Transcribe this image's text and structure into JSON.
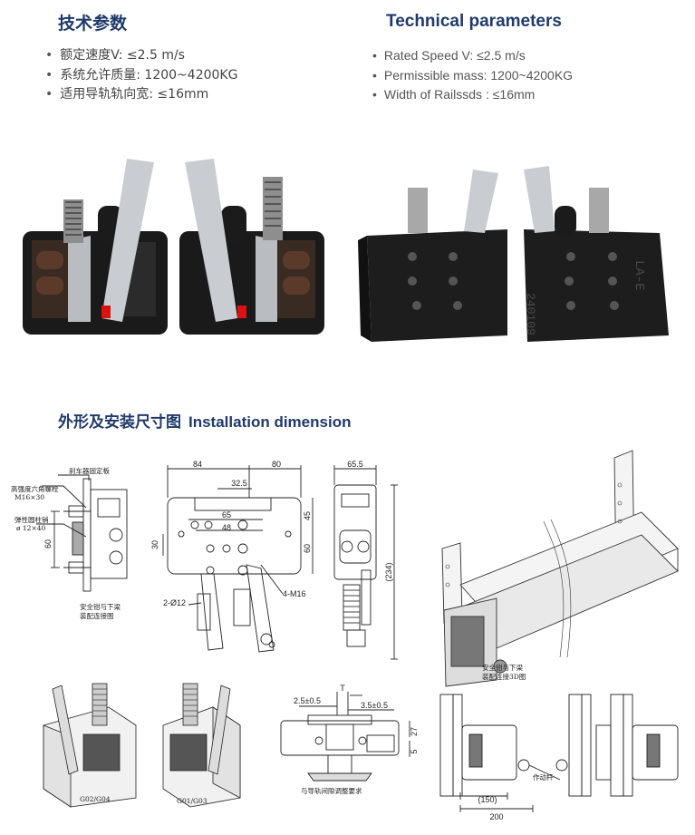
{
  "specs": {
    "cn_title": "技术参数",
    "en_title": "Technical parameters",
    "cn_items": [
      "额定速度V:  ≤2.5 m/s",
      "系统允许质量:   1200~4200KG",
      "适用导轨轨向宽:  ≤16mm"
    ],
    "en_items": [
      "Rated Speed  V:  ≤2.5 m/s",
      "Permissible mass:  1200~4200KG",
      "Width of Railssds : ≤16mm"
    ]
  },
  "photos": {
    "stamp_left": "240109",
    "stamp_right": "LA-E"
  },
  "install": {
    "cn_title": "外形及安装尺寸图",
    "en_title": "Installation dimension"
  },
  "drawing1": {
    "label_plate": "刹车器固定板",
    "label_bolt_1": "高强度六角螺栓",
    "label_bolt_2": "M16×30",
    "label_pin_1": "弹性圆柱销",
    "label_pin_2": "ø 12×40",
    "dim_60": "60",
    "caption_1": "安全钳与下梁",
    "caption_2": "装配连接图"
  },
  "drawing2": {
    "dim_84": "84",
    "dim_80": "80",
    "dim_32_5": "32.5",
    "dim_65": "65",
    "dim_48": "48",
    "dim_30": "30",
    "dim_45": "45",
    "dim_60": "60",
    "hole_left": "2-Ø12",
    "hole_right": "4-M16"
  },
  "drawing3": {
    "dim_65_5": "65.5",
    "dim_234": "(234)"
  },
  "drawing4": {
    "caption_1": "安全钳与下梁",
    "caption_2": "装配连接3D图"
  },
  "drawing5": {
    "label_left": "G02/G04",
    "label_right": "G01/G03"
  },
  "drawing6": {
    "dim_T": "T",
    "dim_2_5": "2.5±0.5",
    "dim_3_5": "3.5±0.5",
    "dim_27": "27",
    "dim_5": "5",
    "caption": "与导轨间隙调整要求"
  },
  "drawing7": {
    "label_rod": "作动杆",
    "dim_150": "(150)",
    "dim_200": "200"
  }
}
